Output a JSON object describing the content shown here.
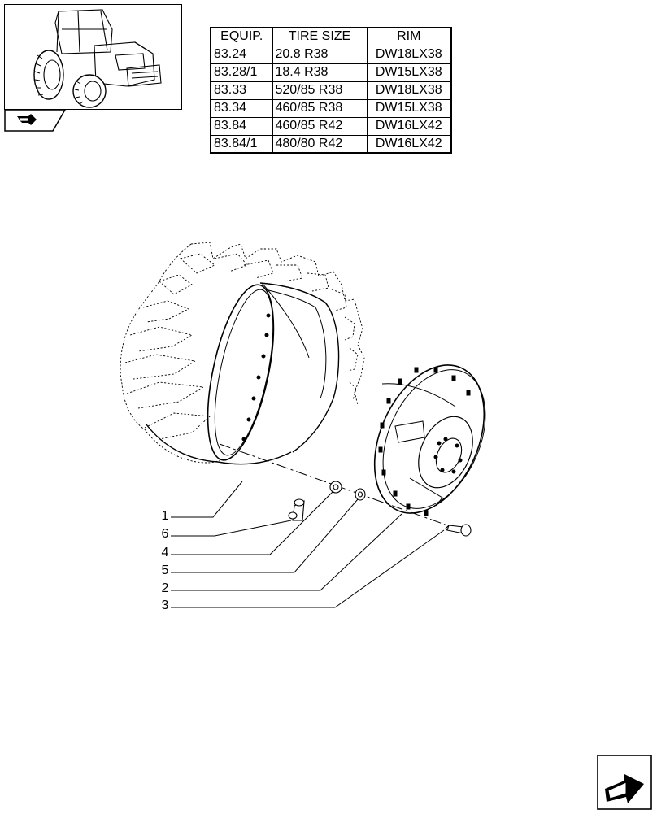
{
  "table": {
    "headers": [
      "EQUIP.",
      "TIRE SIZE",
      "RIM"
    ],
    "rows": [
      [
        "83.24",
        "20.8 R38",
        "DW18LX38"
      ],
      [
        "83.28/1",
        "18.4 R38",
        "DW15LX38"
      ],
      [
        "83.33",
        "520/85 R38",
        "DW18LX38"
      ],
      [
        "83.34",
        "460/85 R38",
        "DW15LX38"
      ],
      [
        "83.84",
        "460/85 R42",
        "DW16LX42"
      ],
      [
        "83.84/1",
        "480/80 R42",
        "DW16LX42"
      ]
    ]
  },
  "callouts": [
    "1",
    "6",
    "4",
    "5",
    "2",
    "3"
  ],
  "icons": {
    "thumbnail": "tractor-thumbnail-icon",
    "tab": "arrow-tab-icon",
    "nav": "next-page-arrow-icon"
  },
  "colors": {
    "line": "#000000",
    "background": "#ffffff"
  }
}
